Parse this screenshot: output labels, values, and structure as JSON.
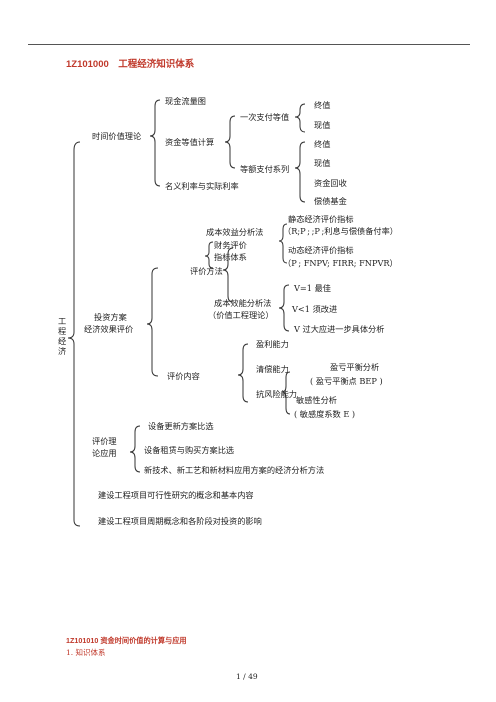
{
  "header": {
    "title": "1Z101000　工程经济知识体系"
  },
  "root": {
    "label_chars": [
      "工",
      "程",
      "经",
      "济"
    ]
  },
  "branch1": {
    "label": "时间价值理论",
    "items": {
      "cash_flow": "现金流量图",
      "equivalence": "资金等值计算",
      "once": "一次支付等值",
      "fv": "终值",
      "pv": "现值",
      "series": "等额支付系列",
      "fv2": "终值",
      "pv2": "现值",
      "recovery": "资金回收",
      "sinking": "偿债基金",
      "nominal": "名义利率与实际利率"
    }
  },
  "branch2": {
    "label_line1": "投资方案",
    "label_line2": "经济效果评价",
    "method": "评价方法",
    "cost_benefit": "成本效益分析法",
    "fin1": "财务评价",
    "fin2": "指标体系",
    "static": "静态经济评价指标",
    "static_items": "（R;P ; ;P ;利息与偿债备付率）",
    "dynamic": "动态经济评价指标",
    "dynamic_items": "（P ; FNPV; FIRR; FNPVR）",
    "cost_eff1": "成本效能分析法",
    "cost_eff2": "（价值工程理论）",
    "v1": "V=1 最佳",
    "v2": "V<1 须改进",
    "v3": "V 过大应进一步具体分析",
    "content": "评价内容",
    "profit": "盈利能力",
    "solvency": "清偿能力",
    "risk": "抗风险能力",
    "breakeven": "盈亏平衡分析",
    "bep": "(  盈亏平衡点 BEP )",
    "sensitivity": "敏感性分析",
    "sens_coef": "(  敏感度系数 E )"
  },
  "branch3": {
    "label_line1": "评价理",
    "label_line2": "论应用",
    "items": [
      "设备更新方案比选",
      "设备租赁与购买方案比选",
      "新技术、新工艺和新材料应用方案的经济分析方法"
    ]
  },
  "extra": [
    "建设工程项目可行性研究的概念和基本内容",
    "建设工程项目周期概念和各阶段对投资的影响"
  ],
  "section": {
    "heading": "1Z101010  资金时间价值的计算与应用",
    "sub": "1. 知识体系"
  },
  "footer": {
    "page": "1  /  49"
  }
}
